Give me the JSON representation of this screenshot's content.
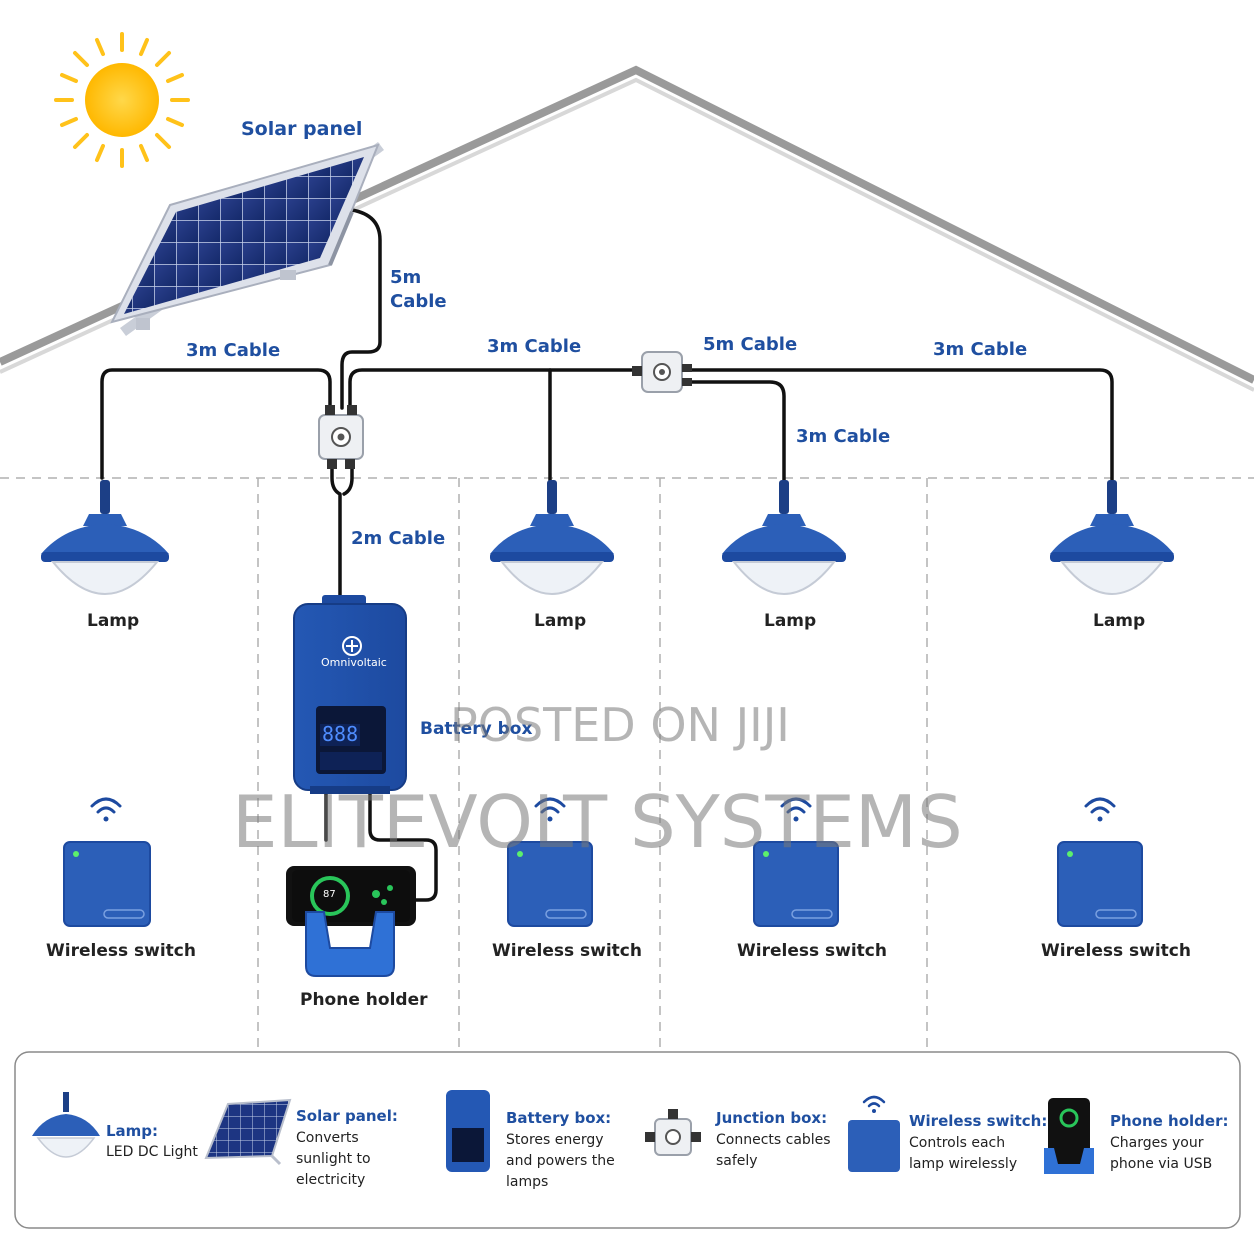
{
  "labels": {
    "solar_panel": "Solar panel",
    "cable_5m_vertical": "5m\nCable",
    "cable_3m_left": "3m Cable",
    "cable_3m_mid": "3m Cable",
    "cable_5m_mid": "5m Cable",
    "cable_3m_right": "3m Cable",
    "cable_3m_drop": "3m Cable",
    "cable_2m": "2m Cable",
    "lamp_1": "Lamp",
    "lamp_2": "Lamp",
    "lamp_3": "Lamp",
    "lamp_4": "Lamp",
    "battery_box": "Battery box",
    "brand": "Omnivoltaic",
    "display_digits": "888",
    "switch_1": "Wireless switch",
    "switch_2": "Wireless switch",
    "switch_3": "Wireless switch",
    "switch_4": "Wireless switch",
    "phone_holder": "Phone holder",
    "phone_percent": "87"
  },
  "watermarks": {
    "posted": "POSTED ON JIJI",
    "company": "ELITEVOLT SYSTEMS"
  },
  "legend": [
    {
      "title": "Lamp:",
      "desc": "LED DC Light"
    },
    {
      "title": "Solar panel:",
      "desc": "Converts sunlight to electricity"
    },
    {
      "title": "Battery box:",
      "desc": "Stores energy and powers the lamps"
    },
    {
      "title": "Junction box:",
      "desc": "Connects cables safely"
    },
    {
      "title": "Wireless switch:",
      "desc": "Controls each lamp wirelessly"
    },
    {
      "title": "Phone holder:",
      "desc": "Charges your phone via USB"
    }
  ],
  "colors": {
    "product_blue": "#2c5fb8",
    "label_blue": "#1f4fa0",
    "sun": "#ffc21a"
  }
}
